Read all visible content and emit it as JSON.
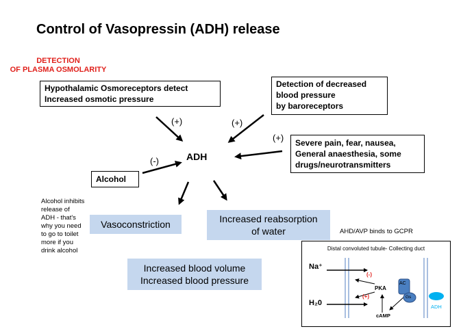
{
  "title": "Control of Vasopressin (ADH) release",
  "detection_label": {
    "line1": "DETECTION",
    "line2": "OF PLASMA OSMOLARITY"
  },
  "boxes": {
    "osmoreceptors": {
      "line1": "Hypothalamic Osmoreceptors detect",
      "line2": "Increased osmotic pressure"
    },
    "baroreceptors": {
      "line1": "Detection of decreased",
      "line2": "blood pressure",
      "line3": "by baroreceptors"
    },
    "pain": {
      "line1": "Severe pain, fear, nausea,",
      "line2": "General anaesthesia, some",
      "line3": "drugs/neurotransmitters"
    },
    "alcohol": "Alcohol"
  },
  "signs": {
    "plus1": "(+)",
    "plus2": "(+)",
    "plus3": "(+)",
    "minus": "(-)"
  },
  "center_label": "ADH",
  "effects": {
    "vasoconstriction": "Vasoconstriction",
    "reabsorption": {
      "line1": "Increased reabsorption",
      "line2": "of water"
    },
    "volume": {
      "line1": "Increased blood volume",
      "line2": "Increased blood pressure"
    }
  },
  "alcohol_note": [
    "Alcohol inhibits",
    "release of",
    "ADH - that's",
    "why you need",
    "to go to toilet",
    "more if you",
    "drink alcohol"
  ],
  "gpcr_note": "AHD/AVP binds to GCPR",
  "inset": {
    "header": "Distal convoluted tubule- Collecting duct",
    "na": "Na⁺",
    "water": "H₂0",
    "pka": "PKA",
    "camp": "cAMP",
    "ac": "AC",
    "gs": "Gs",
    "adh": "ADH",
    "minus": "(-)",
    "plus": "(+)"
  },
  "colors": {
    "red": "#e0201b",
    "effect_box": "#c5d7ee",
    "receptor_blue": "#4a7fc1",
    "adh_cyan": "#00b0f0"
  }
}
